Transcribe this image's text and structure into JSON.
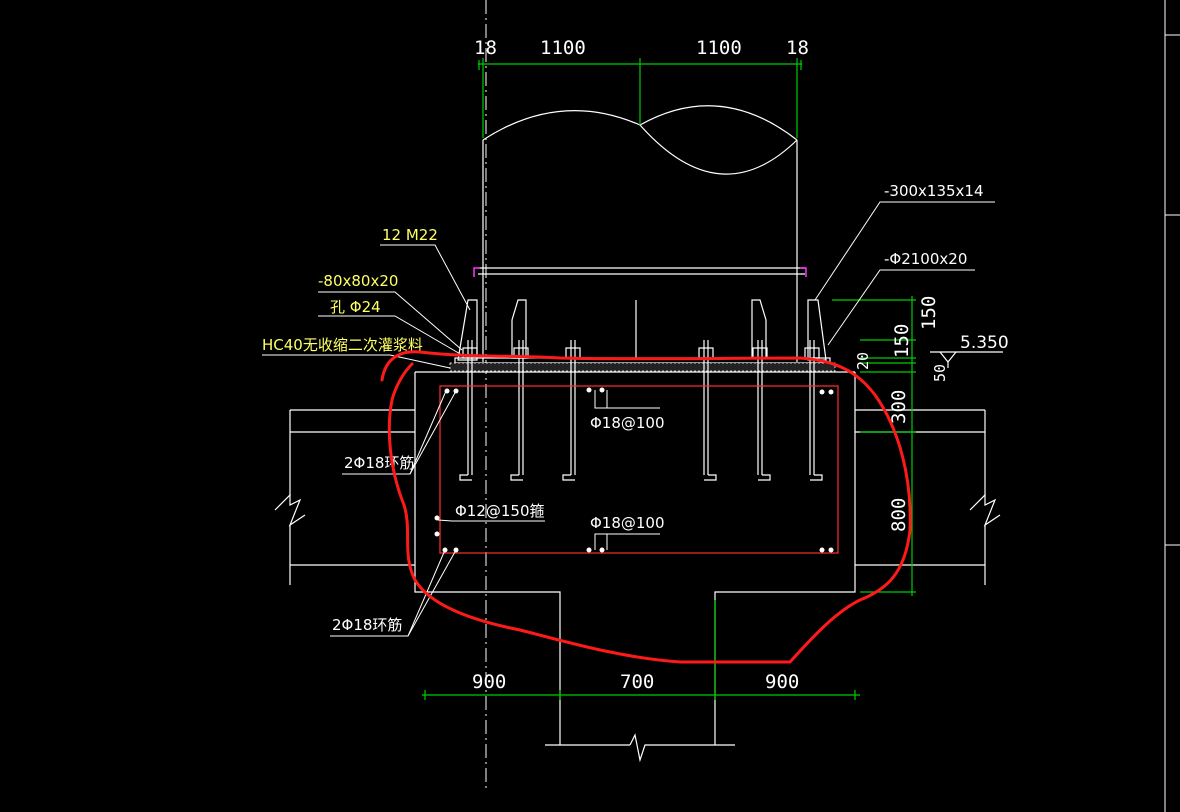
{
  "colors": {
    "background": "#000000",
    "structure": "#ffffff",
    "dimension": "#00cc00",
    "rebar_cage": "#ff3030",
    "annotation_yellow": "#ffff66",
    "markup_red": "#ff1a1a",
    "stiffener_magenta": "#ff33ff"
  },
  "dimensions": {
    "top": [
      "18",
      "1100",
      "1100",
      "18"
    ],
    "bottom": [
      "900",
      "700",
      "900"
    ],
    "right": [
      "150",
      "150",
      "20",
      "50",
      "300",
      "800"
    ]
  },
  "elevation": "5.350",
  "callouts": {
    "plate_top": "-300x135x14",
    "ring_plate": "-Φ2100x20",
    "bolts": "12 M22",
    "washer": "-80x80x20",
    "hole": "孔 Φ24",
    "grout": "HC40无收缩二次灌浆料",
    "rebar_top": "Φ18@100",
    "stirrup": "Φ12@150箍",
    "rebar_bottom": "Φ18@100",
    "ring_bar_upper": "2Φ18环筋",
    "ring_bar_lower": "2Φ18环筋"
  },
  "icons": {
    "break_line": "break-symbol-icon",
    "elevation_marker": "elevation-triangle-icon"
  }
}
